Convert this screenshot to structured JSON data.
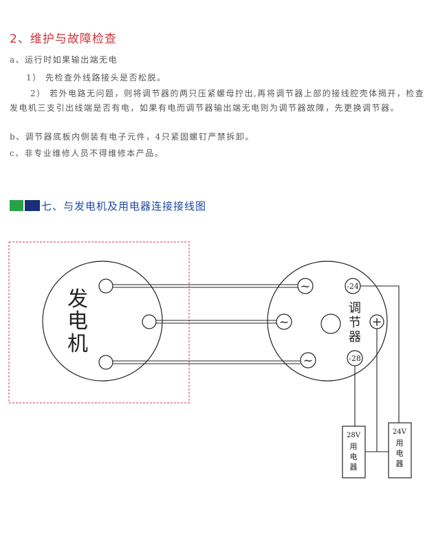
{
  "maintenance": {
    "title": "2、维护与故障检查",
    "a": "a、运行时如果输出端无电",
    "a1": "1） 先检查外线路接头是否松脱。",
    "a2": "2） 若外电路无问题，则将调节器的两只压紧螺母拧出,再将调节器上部的接线腔壳体揭开，检查发电机三支引出线端是否有电，如果有电而调节器输出端无电则为调节器故障，先更换调节器。",
    "b": "b、调节器底板内侧装有电子元件，4只紧固螺钉严禁拆卸。",
    "c": "c、非专业维修人员不得维修本产品。"
  },
  "section7": {
    "title": "七、与发电机及用电器连接接线图"
  },
  "diagram": {
    "generator_chars": [
      "发",
      "电",
      "机"
    ],
    "regulator_chars": [
      "调",
      "节",
      "器"
    ],
    "tilde": "~",
    "plus": "+",
    "terminal_24": "-24",
    "terminal_28": "-28",
    "load_28v_label": "28V",
    "load_28v_chars": [
      "用",
      "电",
      "器"
    ],
    "load_24v_label": "24V",
    "load_24v_chars": [
      "用",
      "电",
      "器"
    ]
  }
}
